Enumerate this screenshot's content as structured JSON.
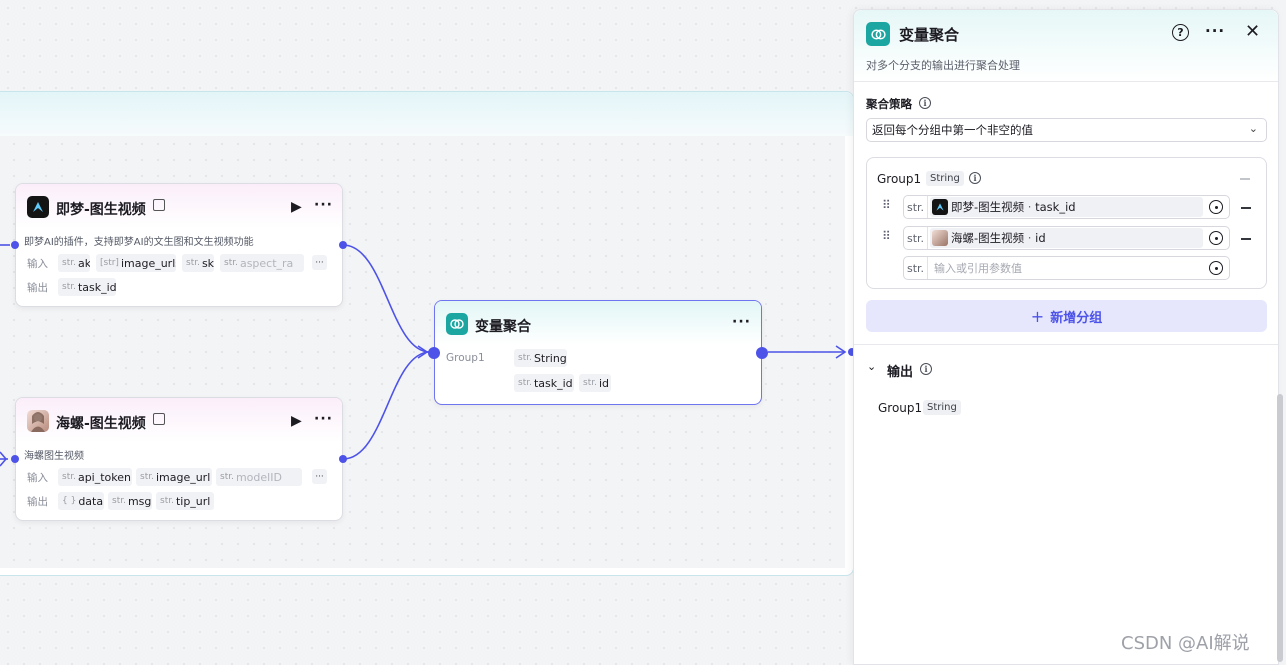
{
  "colors": {
    "accent": "#4d53e8",
    "teal": "#1ba6a2",
    "edge": "#4d53e8"
  },
  "nodes": {
    "jimeng": {
      "title": "即梦-图生视频",
      "desc": "即梦AI的插件，支持即梦AI的文生图和文生视频功能",
      "input_label": "输入",
      "output_label": "输出",
      "inputs": [
        {
          "type": "str.",
          "name": "ak"
        },
        {
          "type": "[str]",
          "name": "image_urls"
        },
        {
          "type": "str.",
          "name": "sk"
        },
        {
          "type": "str.",
          "name": "aspect_ra"
        }
      ],
      "outputs": [
        {
          "type": "str.",
          "name": "task_id"
        }
      ],
      "more": "···"
    },
    "hailuo": {
      "title": "海螺-图生视频",
      "desc": "海螺图生视频",
      "input_label": "输入",
      "output_label": "输出",
      "inputs": [
        {
          "type": "str.",
          "name": "api_token"
        },
        {
          "type": "str.",
          "name": "image_url"
        },
        {
          "type": "str.",
          "name": "modelID"
        }
      ],
      "outputs": [
        {
          "type": "{ }",
          "name": "data"
        },
        {
          "type": "str.",
          "name": "msg"
        },
        {
          "type": "str.",
          "name": "tip_url"
        }
      ],
      "more": "···"
    },
    "aggregate": {
      "title": "变量聚合",
      "group_label": "Group1",
      "group_type": {
        "type": "str.",
        "name": "String"
      },
      "vars": [
        {
          "type": "str.",
          "name": "task_id"
        },
        {
          "type": "str.",
          "name": "id"
        }
      ]
    }
  },
  "panel": {
    "title": "变量聚合",
    "subtitle": "对多个分支的输出进行聚合处理",
    "strategy_label": "聚合策略",
    "strategy_value": "返回每个分组中第一个非空的值",
    "group": {
      "name": "Group1",
      "type": "String",
      "vars": [
        {
          "type": "str.",
          "source": "即梦-图生视频",
          "field": "task_id",
          "icon": "jimeng-logo-icon"
        },
        {
          "type": "str.",
          "source": "海螺-图生视频",
          "field": "id",
          "icon": "hailuo-avatar-icon"
        }
      ],
      "placeholder_type": "str.",
      "placeholder": "输入或引用参数值"
    },
    "add_group_label": "新增分组",
    "output_label": "输出",
    "output_group": {
      "name": "Group1",
      "type": "String"
    }
  },
  "watermark": "CSDN @AI解说"
}
